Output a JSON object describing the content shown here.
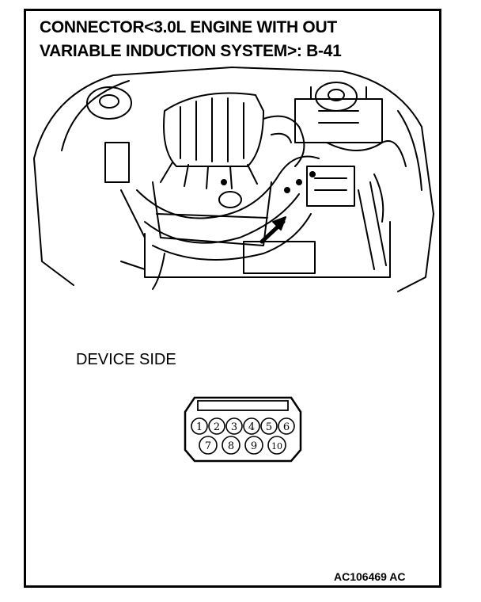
{
  "title": {
    "line1": "CONNECTOR<3.0L ENGINE WITH OUT",
    "line2": "VARIABLE INDUCTION SYSTEM>: B-41"
  },
  "device_label": "DEVICE SIDE",
  "connector_pins": {
    "top_row": [
      "1",
      "2",
      "3",
      "4",
      "5",
      "6"
    ],
    "bottom_row": [
      "7",
      "8",
      "9",
      "10"
    ]
  },
  "figure_code": "AC106469 AC"
}
